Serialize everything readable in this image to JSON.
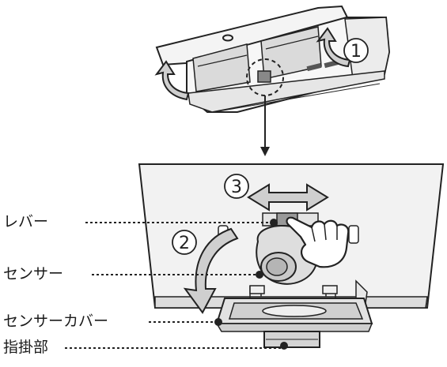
{
  "labels": {
    "lever": "レバー",
    "sensor": "センサー",
    "sensor_cover": "センサーカバー",
    "finger_hook": "指掛部"
  },
  "steps": {
    "step1": "1",
    "step2": "2",
    "step3": "3"
  },
  "colors": {
    "fill_light": "#f2f2f2",
    "fill_mid": "#d9d9d9",
    "fill_dark": "#bdbdbd",
    "arrow_fill": "#cfcfcf",
    "stroke": "#222222"
  },
  "icons": {
    "pointing_hand": "hand-pointing-icon"
  }
}
